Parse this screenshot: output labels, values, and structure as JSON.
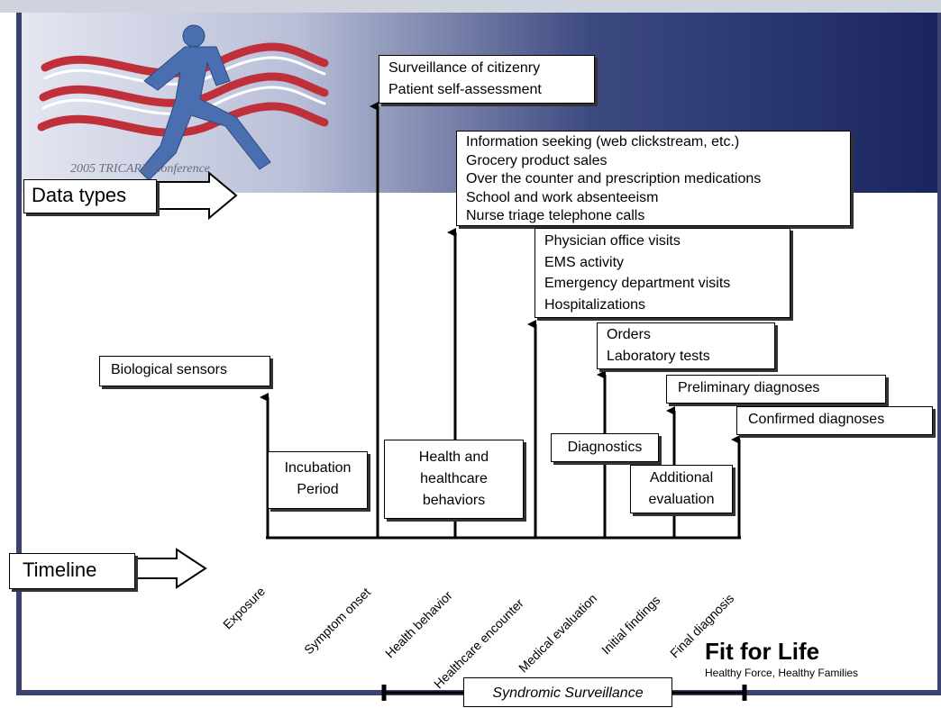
{
  "conference_logo": {
    "text": "2005 TRICARE Conference",
    "icon": "running-figure-icon"
  },
  "data_types_label": "Data types",
  "timeline_label": "Timeline",
  "data_boxes": {
    "surveillance": [
      "Surveillance of citizenry",
      "Patient self-assessment"
    ],
    "information": [
      "Information seeking (web clickstream, etc.)",
      "Grocery product sales",
      "Over the counter and prescription medications",
      "School and work absenteeism",
      "Nurse triage telephone calls"
    ],
    "physician": [
      "Physician office visits",
      "EMS activity",
      "Emergency department visits",
      "Hospitalizations"
    ],
    "orders": [
      "Orders",
      "Laboratory tests"
    ],
    "preliminary": "Preliminary  diagnoses",
    "confirmed": "Confirmed diagnoses",
    "biological": "Biological sensors"
  },
  "phase_boxes": {
    "incubation": [
      "Incubation",
      "Period"
    ],
    "health_behaviors": [
      "Health and",
      "healthcare",
      "behaviors"
    ],
    "diagnostics": "Diagnostics",
    "additional": [
      "Additional",
      "evaluation"
    ]
  },
  "timeline_events": [
    "Exposure",
    "Symptom onset",
    "Health behavior",
    "Healthcare encounter",
    "Medical evaluation",
    "Initial findings",
    "Final diagnosis"
  ],
  "footer": {
    "fit_title": "Fit for Life",
    "fit_subtitle": "Healthy Force, Healthy Families",
    "syndromic": "Syndromic Surveillance"
  },
  "colors": {
    "frame": "#3a4370",
    "banner_dark": "#1a2560",
    "ribbon_red": "#c0303a",
    "figure_blue": "#4a6fb0"
  }
}
